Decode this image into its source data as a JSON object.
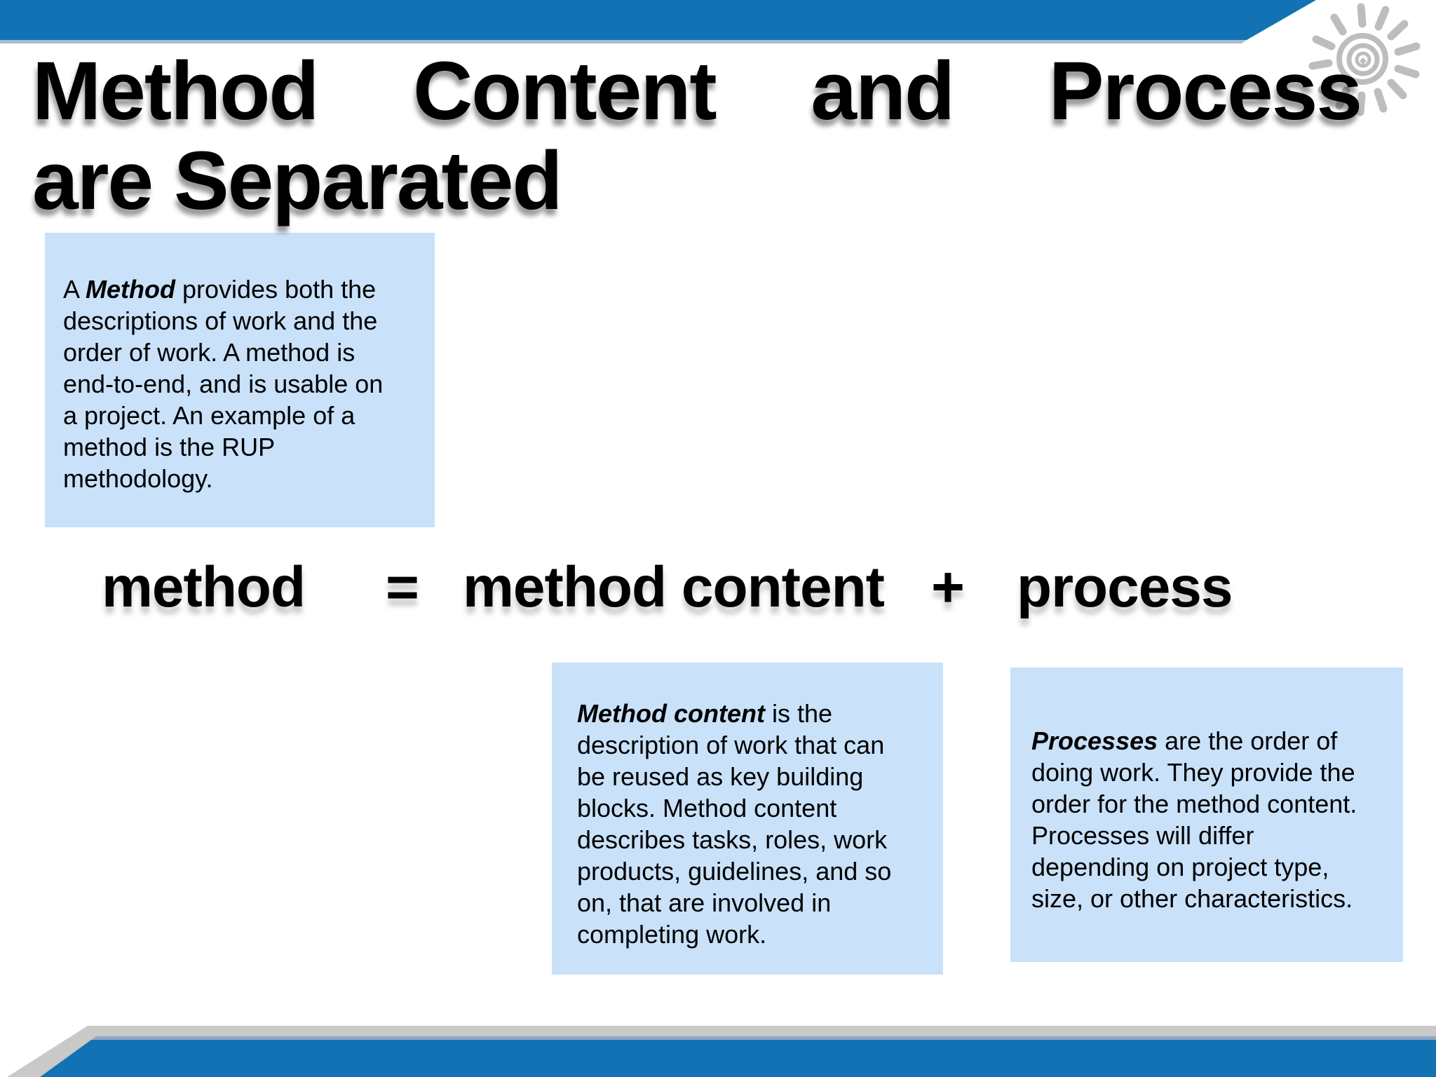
{
  "slide": {
    "title": {
      "line1_words": [
        "Method",
        "Content",
        "and",
        "Process"
      ],
      "line2": "are Separated"
    },
    "intro_box": {
      "prefix": "A ",
      "term": "Method",
      "rest": " provides both the\ndescriptions of work and the\norder of work. A method is\nend-to-end, and is usable on\na project. An example of a\nmethod is the RUP\nmethodology."
    },
    "equation": {
      "lhs": "method",
      "equals": "=",
      "rhs_term1": "method content",
      "plus": "+",
      "rhs_term2": "process"
    },
    "content_box": {
      "prefix": "",
      "term": "Method content",
      "rest": " is the\ndescription of work that can\nbe reused as key building\nblocks. Method content\ndescribes tasks, roles, work\nproducts, guidelines, and so\non, that are involved in\ncompleting work."
    },
    "process_box": {
      "prefix": "",
      "term": "Processes",
      "rest": " are the order of\ndoing work. They provide the\norder for the method content.\nProcesses will differ\ndepending on project type,\nsize, or other characteristics."
    }
  },
  "icons": {
    "sun_logo": "hand-drawn-sun"
  },
  "colors": {
    "bar_blue": "#1372b3",
    "accent_line_top": "#a6bdd4",
    "accent_line_bottom": "#8fa6c6",
    "box_blue": "#c9e1f9",
    "band_gray": "#c9c9c9",
    "logo_gray": "#bdbdbd",
    "title_black": "#000000"
  }
}
